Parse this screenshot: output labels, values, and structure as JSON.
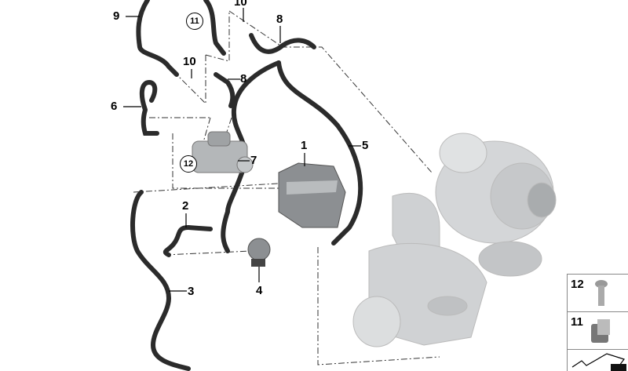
{
  "diagram": {
    "callouts": [
      {
        "id": "c9",
        "text": "9"
      },
      {
        "id": "c10a",
        "text": "10"
      },
      {
        "id": "c11",
        "text": "11"
      },
      {
        "id": "c8a",
        "text": "8"
      },
      {
        "id": "c10b",
        "text": "10"
      },
      {
        "id": "c8b",
        "text": "8"
      },
      {
        "id": "c6",
        "text": "6"
      },
      {
        "id": "c1",
        "text": "1"
      },
      {
        "id": "c5",
        "text": "5"
      },
      {
        "id": "c7",
        "text": "7"
      },
      {
        "id": "c12",
        "text": "12"
      },
      {
        "id": "c2",
        "text": "2"
      },
      {
        "id": "c3",
        "text": "3"
      },
      {
        "id": "c4",
        "text": "4"
      }
    ],
    "legend": [
      {
        "number": "12",
        "icon": "screw-icon"
      },
      {
        "number": "11",
        "icon": "clip-nut-icon"
      },
      {
        "number": "",
        "icon": "gasket-kit-icon"
      }
    ],
    "colors": {
      "hose": "#2b2b2b",
      "part": "#a9acae",
      "line": "#333333"
    }
  }
}
